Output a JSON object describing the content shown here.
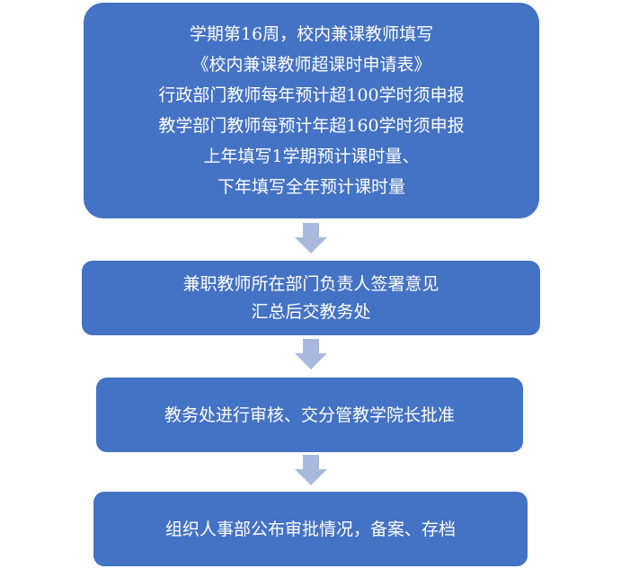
{
  "flow": {
    "step1": {
      "lines": [
        "学期第16周，校内兼课教师填写",
        "《校内兼课教师超课时申请表》",
        "行政部门教师每年预计超100学时须申报",
        "教学部门教师每预计年超160学时须申报",
        "上年填写1学期预计课时量、",
        "下年填写全年预计课时量"
      ]
    },
    "step2": {
      "lines": [
        "兼职教师所在部门负责人签署意见",
        "汇总后交教务处"
      ]
    },
    "step3": {
      "lines": [
        "教务处进行审核、交分管教学院长批准"
      ]
    },
    "step4": {
      "lines": [
        "组织人事部公布审批情况，备案、存档"
      ]
    }
  },
  "colors": {
    "box": "#4472C4",
    "text": "#FFFFFF",
    "arrow": "#A9B9DE"
  }
}
